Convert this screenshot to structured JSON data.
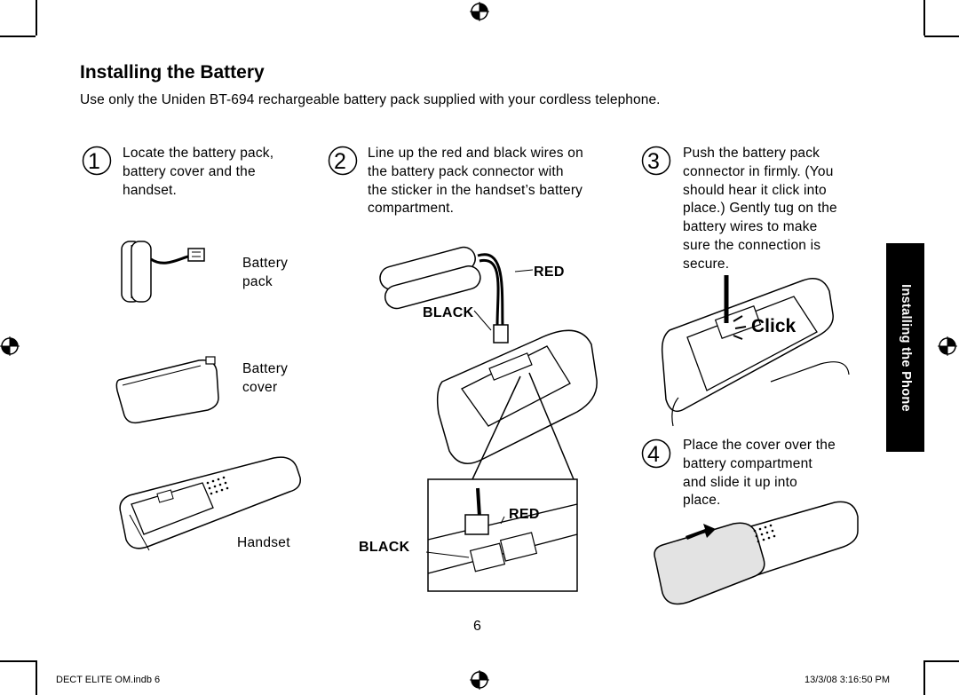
{
  "header": {
    "title": "Installing the Battery",
    "intro": "Use only the Uniden BT-694 rechargeable battery pack supplied with your cordless telephone."
  },
  "steps": [
    {
      "number": "1",
      "lines": [
        "Locate the battery pack,",
        "battery cover and the",
        "handset."
      ]
    },
    {
      "number": "2",
      "lines": [
        "Line up the red and black wires on",
        "the battery pack connector with",
        "the sticker in the handset’s battery",
        "compartment."
      ]
    },
    {
      "number": "3",
      "lines": [
        "Push the battery pack",
        "connector in firmly. (You",
        "should hear it click into",
        "place.) Gently tug on the",
        "battery wires to make",
        "sure the connection is",
        "secure."
      ]
    },
    {
      "number": "4",
      "lines": [
        "Place the cover over the",
        "battery compartment",
        "and slide it up into",
        "place."
      ]
    }
  ],
  "parts": {
    "battery_pack": [
      "Battery",
      "pack"
    ],
    "battery_cover": [
      "Battery",
      "cover"
    ],
    "handset": "Handset"
  },
  "labels": {
    "red_top": "RED",
    "black_top": "BLACK",
    "red_bottom": "RED",
    "black_bottom": "BLACK",
    "click": "Click"
  },
  "side_tab": "Installing the Phone",
  "page_number": "6",
  "footer": {
    "left": "DECT ELITE OM.indb   6",
    "right": "13/3/08   3:16:50 PM"
  }
}
